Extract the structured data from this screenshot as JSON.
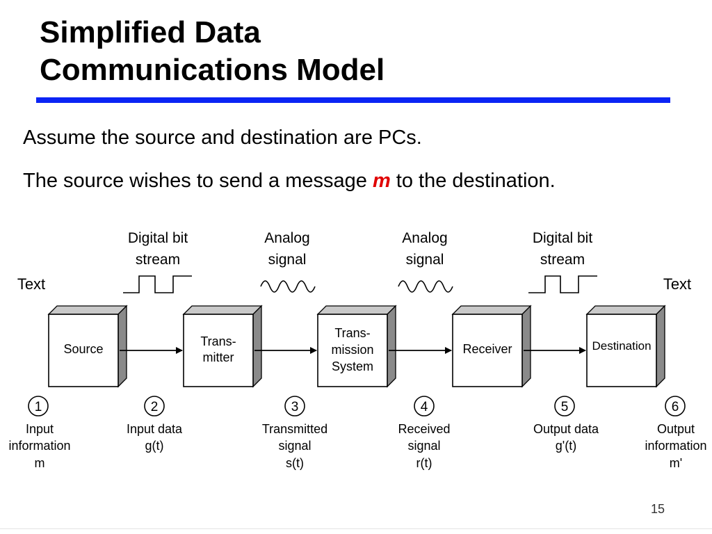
{
  "slide": {
    "title_line1": "Simplified Data",
    "title_line2": "Communications Model",
    "body_line1": "Assume the source and destination are PCs.",
    "body_line2_before": "The source wishes to send a message ",
    "body_line2_emph": "m",
    "body_line2_after": " to the destination.",
    "page_number": "15",
    "accent_color": "#0b24f5",
    "emphasis_color": "#e00000"
  },
  "diagram": {
    "text_left": "Text",
    "text_right": "Text",
    "signals": [
      {
        "line1": "Digital bit",
        "line2": "stream",
        "icon": "square-wave-icon"
      },
      {
        "line1": "Analog",
        "line2": "signal",
        "icon": "sine-wave-icon"
      },
      {
        "line1": "Analog",
        "line2": "signal",
        "icon": "sine-wave-icon"
      },
      {
        "line1": "Digital bit",
        "line2": "stream",
        "icon": "square-wave-icon"
      }
    ],
    "blocks": [
      {
        "lines": [
          "Source"
        ]
      },
      {
        "lines": [
          "Trans-",
          "mitter"
        ]
      },
      {
        "lines": [
          "Trans-",
          "mission",
          "System"
        ]
      },
      {
        "lines": [
          "Receiver"
        ]
      },
      {
        "lines": [
          "Destination"
        ]
      }
    ],
    "stages": [
      {
        "num": "1",
        "lines": [
          "Input",
          "information",
          "m"
        ]
      },
      {
        "num": "2",
        "lines": [
          "Input data",
          "g(t)"
        ]
      },
      {
        "num": "3",
        "lines": [
          "Transmitted",
          "signal",
          "s(t)"
        ]
      },
      {
        "num": "4",
        "lines": [
          "Received",
          "signal",
          "r(t)"
        ]
      },
      {
        "num": "5",
        "lines": [
          "Output data",
          "g'(t)"
        ]
      },
      {
        "num": "6",
        "lines": [
          "Output",
          "information",
          "m'"
        ]
      }
    ]
  }
}
